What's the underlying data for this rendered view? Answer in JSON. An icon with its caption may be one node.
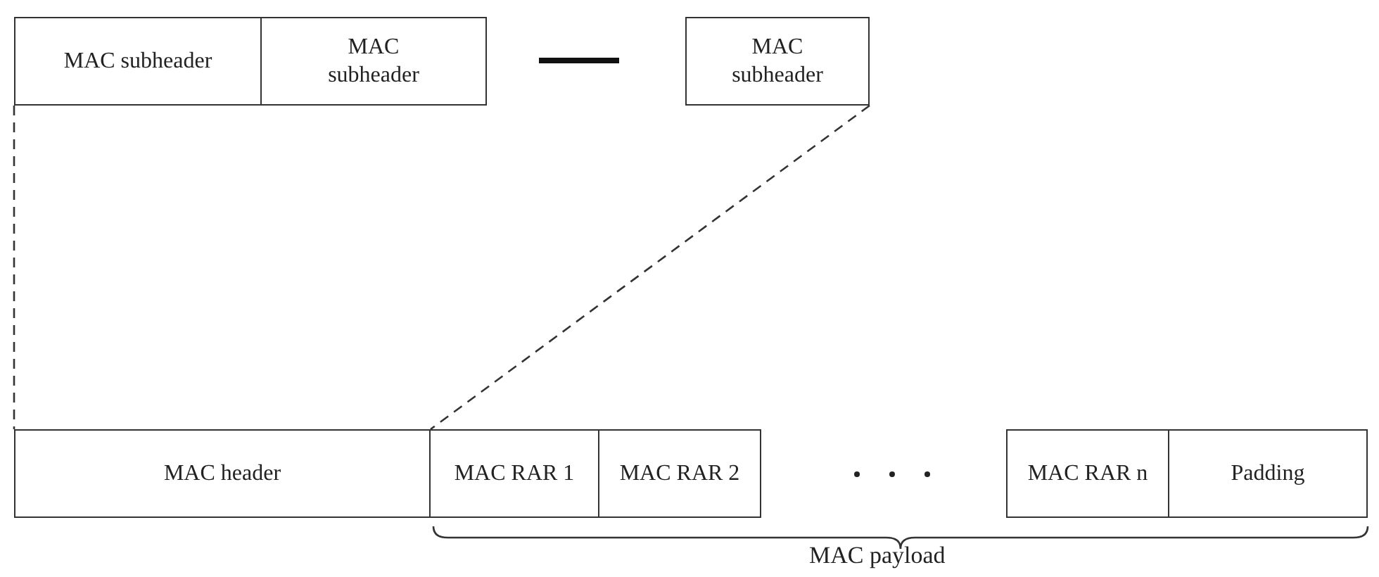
{
  "diagram": {
    "nodes": [
      {
        "text": [
          "MAC subheader"
        ]
      },
      {
        "text": [
          "MAC subheader"
        ]
      },
      {
        "text": [
          "MAC subheader"
        ]
      },
      {
        "text": [
          "MAC header"
        ]
      },
      {
        "text": [
          "MAC RAR 1"
        ]
      },
      {
        "text": [
          "MAC RAR 2"
        ]
      },
      {
        "text": [
          "MAC RAR n"
        ]
      },
      {
        "text": [
          "Padding"
        ]
      }
    ],
    "edges": [
      {
        "from": 0,
        "to": 3,
        "arrow": "none",
        "style": "dashed"
      },
      {
        "from": 2,
        "to": 3,
        "arrow": "none",
        "style": "dashed"
      }
    ],
    "labels": [
      "MAC payload"
    ]
  }
}
